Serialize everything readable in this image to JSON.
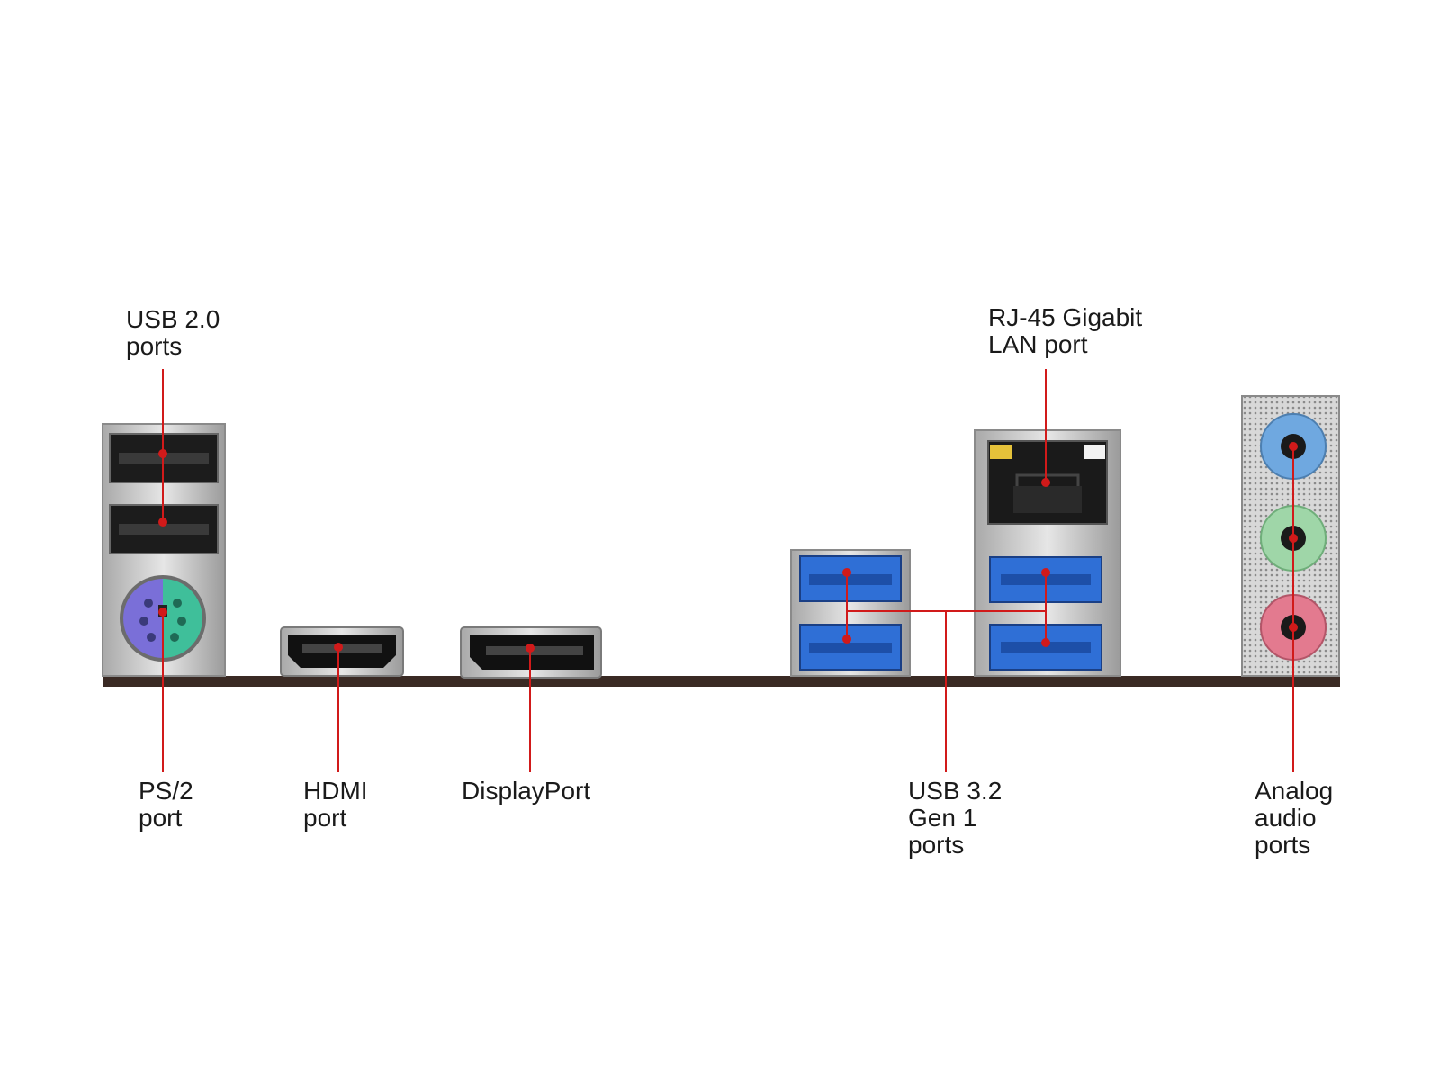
{
  "colors": {
    "leader": "#d11a1a",
    "board": "#3a2a24",
    "usb2_body": "#1c1c1c",
    "usb3_blue": "#2f6fd6",
    "ps2_purple": "#7a6fd8",
    "ps2_green": "#3fbf9a",
    "audio_blue": "#6fa8e0",
    "audio_green": "#9fd6a8",
    "audio_pink": "#e37a8f",
    "metal": "#c9c9c9"
  },
  "labels": {
    "usb2": {
      "line1": "USB 2.0",
      "line2": "ports"
    },
    "rj45": {
      "line1": "RJ-45 Gigabit",
      "line2": "LAN port"
    },
    "ps2": {
      "line1": "PS/2",
      "line2": "port"
    },
    "hdmi": {
      "line1": "HDMI",
      "line2": "port"
    },
    "displayport": {
      "line1": "DisplayPort"
    },
    "usb32": {
      "line1": "USB 3.2",
      "line2": "Gen 1",
      "line3": "ports"
    },
    "audio": {
      "line1": "Analog",
      "line2": "audio",
      "line3": "ports"
    }
  }
}
